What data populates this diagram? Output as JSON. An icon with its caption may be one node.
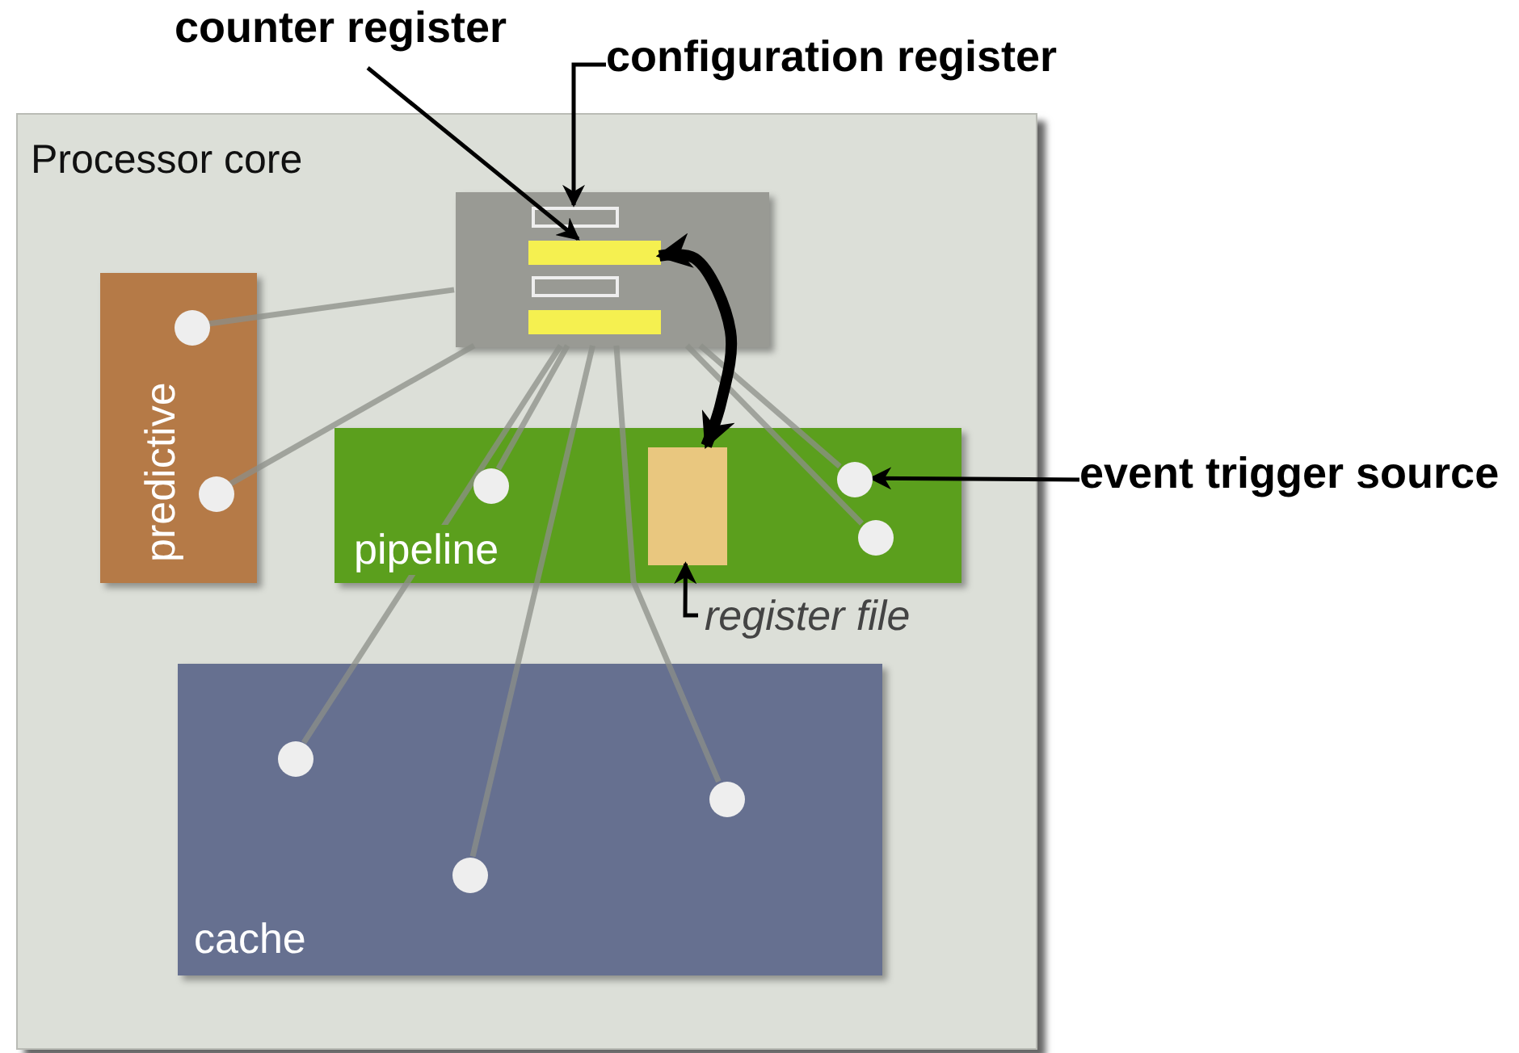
{
  "diagram": {
    "nodes": [
      {
        "text": [
          "Processor core"
        ]
      },
      {
        "text": [],
        "shape": "box",
        "in": 0
      },
      {
        "text": [],
        "shape": "box",
        "in": 1
      },
      {
        "text": [],
        "shape": "bar",
        "in": 1
      },
      {
        "text": [],
        "shape": "box",
        "in": 1
      },
      {
        "text": [],
        "shape": "bar",
        "in": 1
      },
      {
        "text": [
          "predictive"
        ],
        "in": 0
      },
      {
        "text": [],
        "shape": "circle",
        "in": 6
      },
      {
        "text": [],
        "shape": "circle",
        "in": 6
      },
      {
        "text": [
          "pipeline"
        ],
        "in": 0
      },
      {
        "text": [],
        "shape": "circle",
        "in": 9
      },
      {
        "text": [],
        "shape": "box",
        "in": 9
      },
      {
        "text": [],
        "shape": "circle",
        "in": 9
      },
      {
        "text": [],
        "shape": "circle",
        "in": 9
      },
      {
        "text": [
          "cache"
        ],
        "in": 0
      },
      {
        "text": [],
        "shape": "circle",
        "in": 14
      },
      {
        "text": [],
        "shape": "circle",
        "in": 14
      },
      {
        "text": [],
        "shape": "circle",
        "in": 14
      },
      {
        "text": [
          "counter register"
        ]
      },
      {
        "text": [
          "configuration register"
        ]
      },
      {
        "text": [
          "event trigger source"
        ]
      },
      {
        "text": [
          "register file"
        ],
        "in": 0
      }
    ],
    "edges": [
      {
        "from": 1,
        "to": 7,
        "arrow": "none"
      },
      {
        "from": 1,
        "to": 8,
        "arrow": "none"
      },
      {
        "from": 1,
        "to": 10,
        "arrow": "none"
      },
      {
        "from": 1,
        "to": 12,
        "arrow": "none"
      },
      {
        "from": 1,
        "to": 13,
        "arrow": "none"
      },
      {
        "from": 1,
        "to": 15,
        "arrow": "none"
      },
      {
        "from": 1,
        "to": 16,
        "arrow": "none"
      },
      {
        "from": 1,
        "to": 17,
        "arrow": "none"
      },
      {
        "from": 18,
        "to": 3,
        "arrow": "to",
        "color": "#000000"
      },
      {
        "from": 19,
        "to": 2,
        "arrow": "to",
        "color": "#000000"
      },
      {
        "from": 20,
        "to": 12,
        "arrow": "to",
        "color": "#000000"
      },
      {
        "from": 21,
        "to": 11,
        "arrow": "to",
        "color": "#000000"
      },
      {
        "from": 3,
        "to": 11,
        "arrow": "both",
        "style": "thick",
        "color": "#000000"
      }
    ]
  }
}
